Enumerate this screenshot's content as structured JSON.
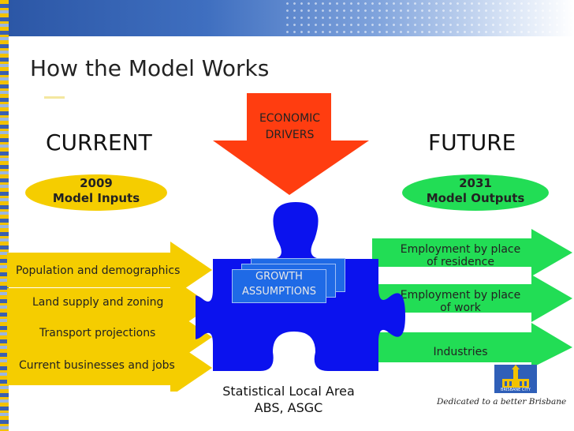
{
  "slide": {
    "title": "How the Model Works",
    "current_heading": "CURRENT",
    "future_heading": "FUTURE",
    "inputs_year": "2009",
    "inputs_label": "Model Inputs",
    "outputs_year": "2031",
    "outputs_label": "Model Outputs",
    "economic_drivers_line1": "ECONOMIC",
    "economic_drivers_line2": "DRIVERS",
    "growth_line1": "GROWTH",
    "growth_line2": "ASSUMPTIONS",
    "bottom_line1": "Statistical Local Area",
    "bottom_line2": "ABS, ASGC",
    "tagline": "Dedicated to a better Brisbane",
    "logo_text": "BRISBANE CITY"
  },
  "inputs": [
    "Population and demographics",
    "Land supply and zoning",
    "Transport projections",
    "Current businesses and jobs"
  ],
  "outputs": [
    {
      "line1": "Employment by place",
      "line2": "of residence"
    },
    {
      "line1": "Employment by place",
      "line2": "of work"
    },
    {
      "line1": "Industries",
      "line2": ""
    }
  ],
  "colors": {
    "input_arrow": "#f5cd00",
    "output_arrow": "#22dd55",
    "puzzle": "#0b12ee",
    "economic_arrow": "#ff3d10",
    "growth_card": "#1f6ae6",
    "brand_blue": "#2c57a6"
  }
}
